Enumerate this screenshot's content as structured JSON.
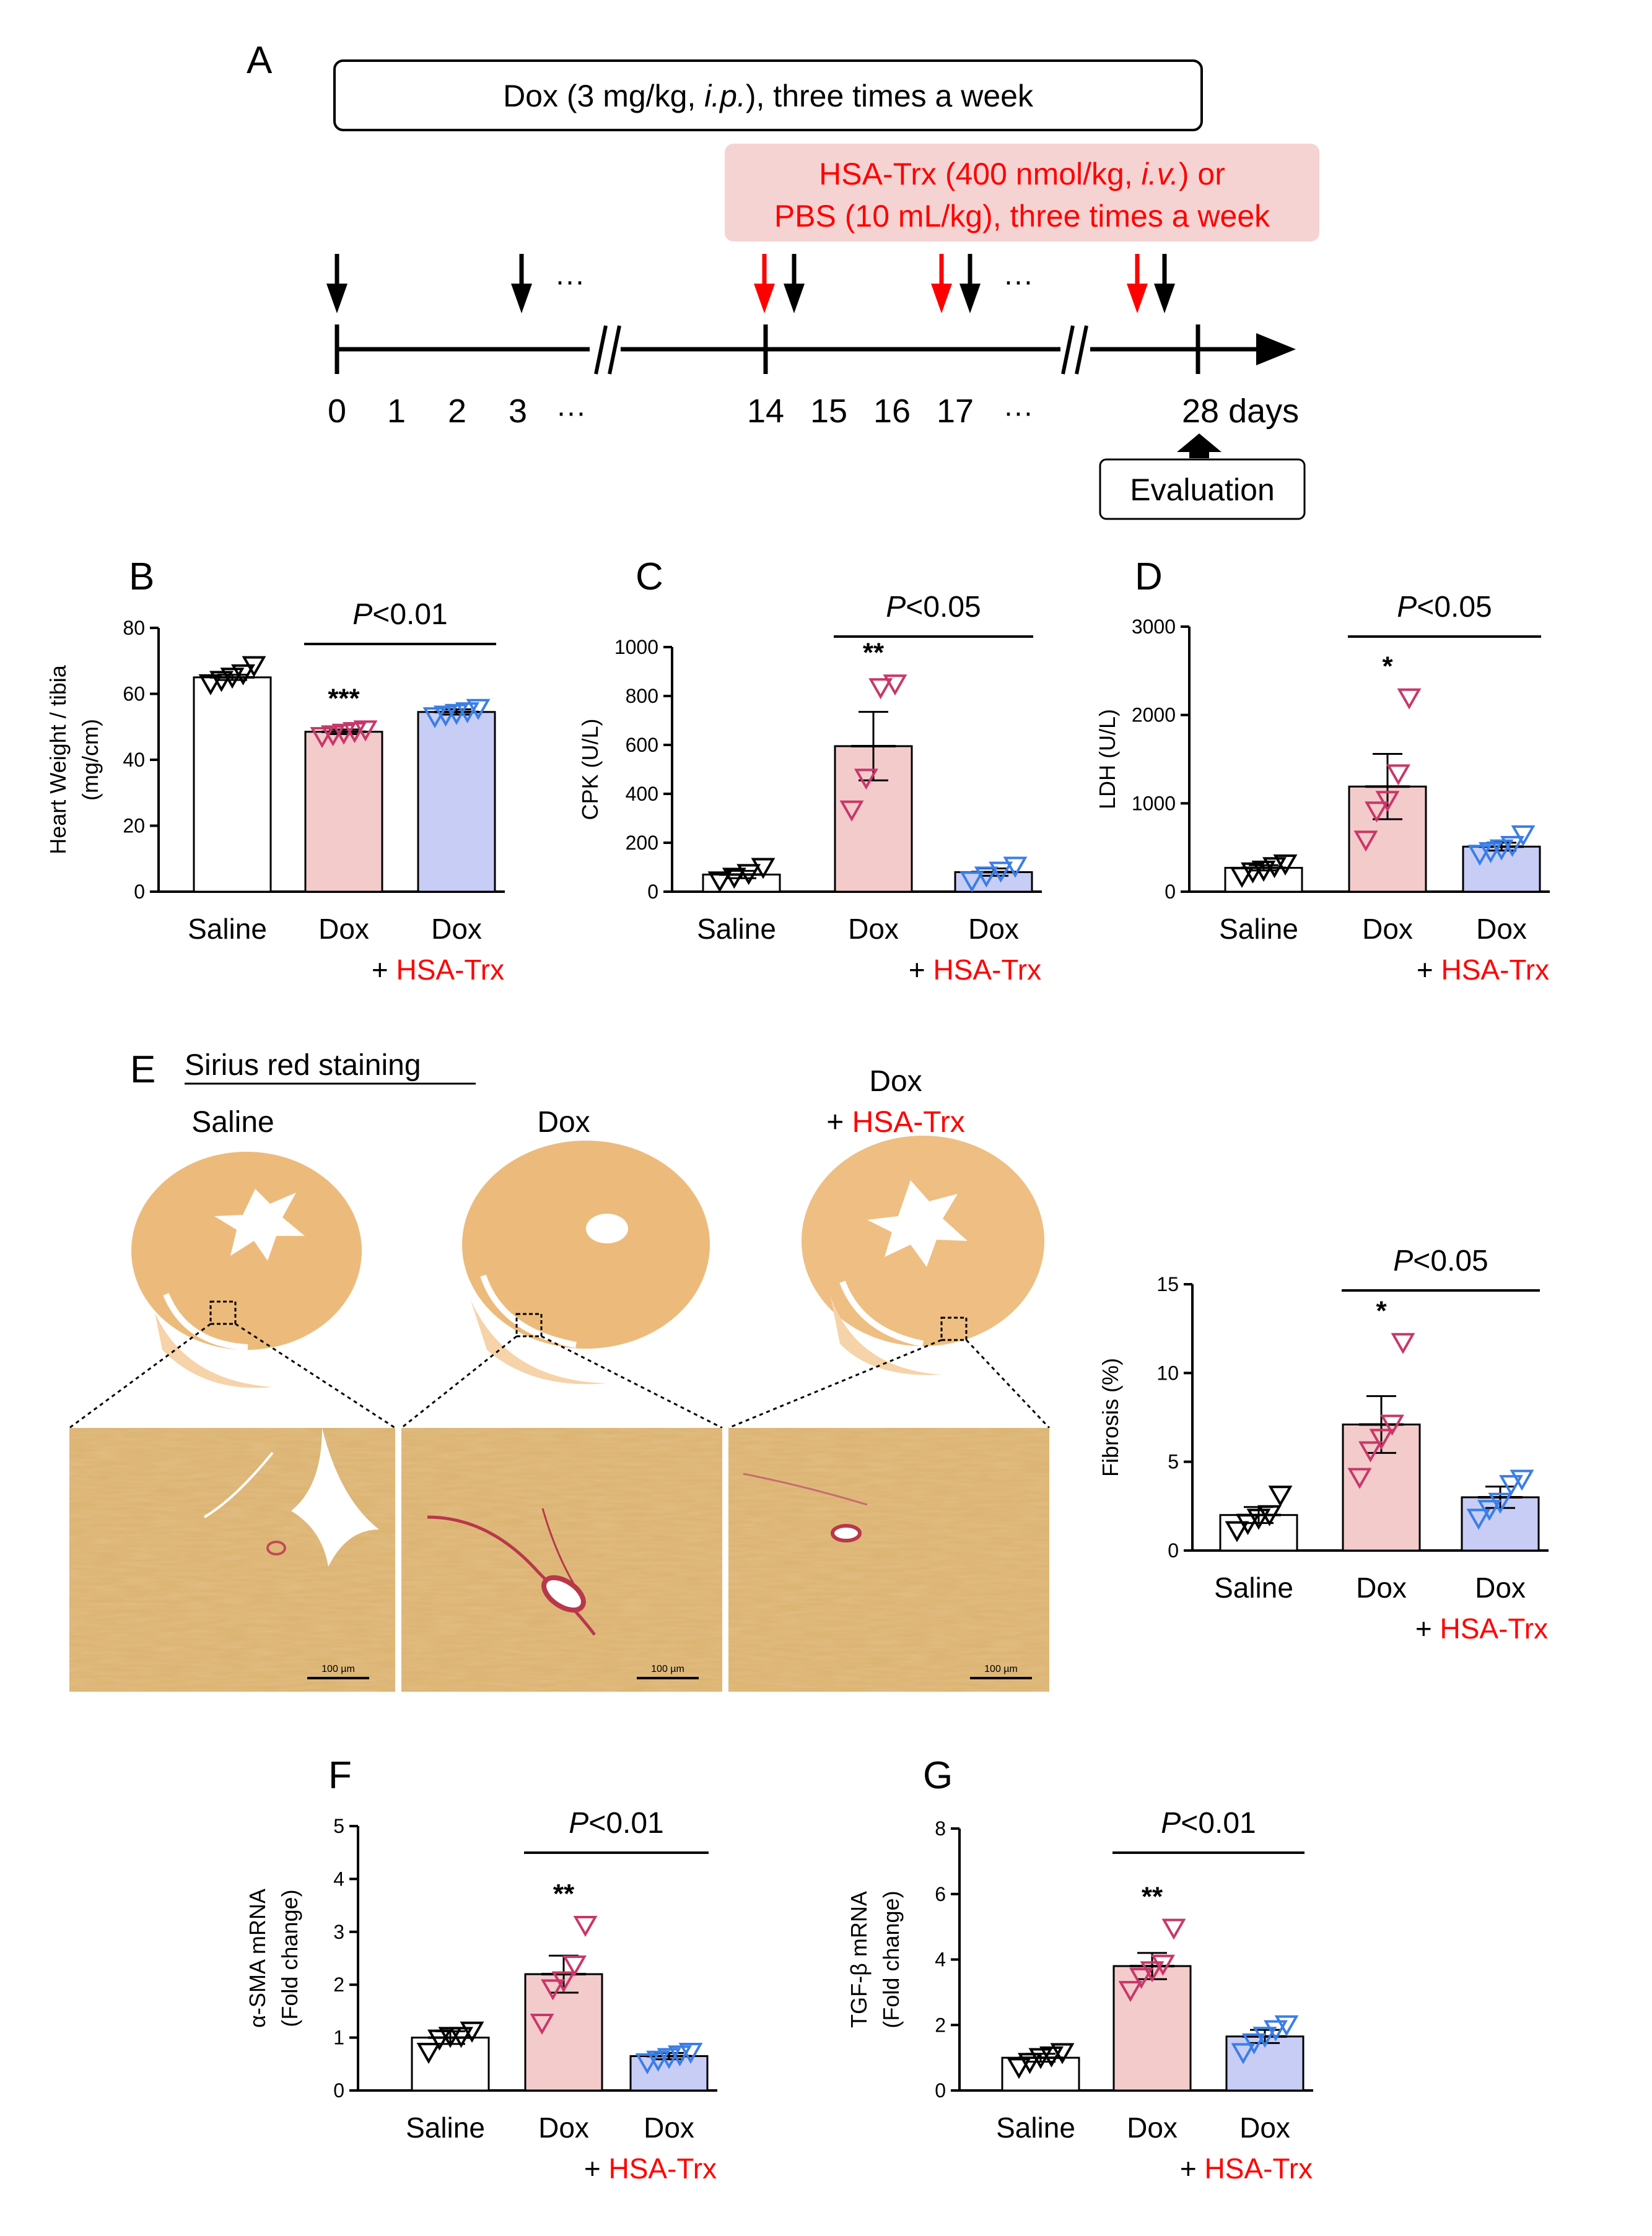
{
  "colors": {
    "saline": "#ffffff",
    "dox_fill": "#f4cbcb",
    "dox_marker": "#c8376a",
    "hsa_fill": "#c8cdf6",
    "hsa_marker": "#3a7ee6",
    "red_text": "#ff0000",
    "hsa_band": "#f6d3d3",
    "tissue_light": "#f6d3a8",
    "tissue": "#e8b16a",
    "tissue_micro": "#d9b26e"
  },
  "panel_a": {
    "letter": "A",
    "dox_box": {
      "pre": "Dox (3 mg/kg, ",
      "italic": "i.p.",
      "post": "), three times a week"
    },
    "hsa_line1": {
      "pre": "HSA-Trx (400 nmol/kg, ",
      "italic": "i.v.",
      "post": ") or"
    },
    "hsa_line2": "PBS (10 mL/kg), three times a week",
    "ellipsis": "···",
    "day_labels": [
      "0",
      "1",
      "2",
      "3",
      "14",
      "15",
      "16",
      "17",
      "28 days"
    ],
    "evaluation": "Evaluation"
  },
  "group_labels": {
    "saline": "Saline",
    "dox": "Dox",
    "plus": "+ ",
    "hsa": "HSA-Trx"
  },
  "chart_data": [
    {
      "id": "B",
      "letter": "B",
      "type": "bar",
      "ylabel": [
        "Heart Weight / tibia",
        "(mg/cm)"
      ],
      "ylim": [
        0,
        80
      ],
      "yticks": [
        0,
        20,
        40,
        60,
        80
      ],
      "categories": [
        "Saline",
        "Dox",
        "Dox + HSA-Trx"
      ],
      "values": [
        65,
        48.5,
        54.5
      ],
      "sem": [
        0.8,
        0.7,
        0.8
      ],
      "points": [
        [
          63.5,
          64.5,
          65.5,
          66.5,
          69
        ],
        [
          47.5,
          48,
          48.5,
          49,
          49.5
        ],
        [
          53.5,
          54,
          54.5,
          55,
          56
        ]
      ],
      "stars": [
        "",
        "***",
        ""
      ],
      "pvalue": {
        "italic": "P",
        "text": "<0.01"
      }
    },
    {
      "id": "C",
      "letter": "C",
      "type": "bar",
      "ylabel": [
        "CPK (U/L)"
      ],
      "ylim": [
        0,
        1000
      ],
      "yticks": [
        0,
        200,
        400,
        600,
        800,
        1000
      ],
      "categories": [
        "Saline",
        "Dox",
        "Dox + HSA-Trx"
      ],
      "values": [
        70,
        595,
        80
      ],
      "sem": [
        15,
        140,
        15
      ],
      "points": [
        [
          50,
          65,
          80,
          105
        ],
        [
          340,
          470,
          840,
          855
        ],
        [
          50,
          70,
          90,
          110
        ]
      ],
      "stars": [
        "",
        "**",
        ""
      ],
      "pvalue": {
        "italic": "P",
        "text": "<0.05"
      }
    },
    {
      "id": "D",
      "letter": "D",
      "type": "bar",
      "ylabel": [
        "LDH (U/L)"
      ],
      "ylim": [
        0,
        3000
      ],
      "yticks": [
        0,
        1000,
        2000,
        3000
      ],
      "categories": [
        "Saline",
        "Dox",
        "Dox + HSA-Trx"
      ],
      "values": [
        270,
        1190,
        510
      ],
      "sem": [
        30,
        370,
        45
      ],
      "points": [
        [
          190,
          240,
          260,
          300,
          330
        ],
        [
          600,
          930,
          1050,
          1350,
          2210
        ],
        [
          440,
          470,
          500,
          540,
          660
        ]
      ],
      "stars": [
        "",
        "*",
        ""
      ],
      "pvalue": {
        "italic": "P",
        "text": "<0.05"
      }
    },
    {
      "id": "E",
      "letter": "",
      "type": "bar",
      "ylabel": [
        "Fibrosis (%)"
      ],
      "ylim": [
        0,
        15
      ],
      "yticks": [
        0,
        5,
        10,
        15
      ],
      "categories": [
        "Saline",
        "Dox",
        "Dox + HSA-Trx"
      ],
      "values": [
        2.0,
        7.1,
        3.0
      ],
      "sem": [
        0.45,
        1.6,
        0.6
      ],
      "points": [
        [
          1.2,
          1.6,
          1.9,
          2.1,
          3.2
        ],
        [
          4.2,
          5.7,
          6.4,
          7.2,
          11.8
        ],
        [
          1.9,
          2.4,
          2.8,
          3.8,
          4.1
        ]
      ],
      "stars": [
        "",
        "*",
        ""
      ],
      "pvalue": {
        "italic": "P",
        "text": "<0.05"
      }
    },
    {
      "id": "F",
      "letter": "F",
      "type": "bar",
      "ylabel": [
        "α-SMA mRNA",
        "(Fold change)"
      ],
      "ylim": [
        0,
        5
      ],
      "yticks": [
        0,
        1,
        2,
        3,
        4,
        5
      ],
      "categories": [
        "Saline",
        "Dox",
        "Dox + HSA-Trx"
      ],
      "values": [
        1.0,
        2.2,
        0.65
      ],
      "sem": [
        0.12,
        0.35,
        0.06
      ],
      "points": [
        [
          0.75,
          1.0,
          1.05,
          1.05,
          1.15
        ],
        [
          1.3,
          1.95,
          2.1,
          2.4,
          3.15
        ],
        [
          0.55,
          0.6,
          0.65,
          0.7,
          0.75
        ]
      ],
      "stars": [
        "",
        "**",
        ""
      ],
      "pvalue": {
        "italic": "P",
        "text": "<0.01"
      }
    },
    {
      "id": "G",
      "letter": "G",
      "type": "bar",
      "ylabel": [
        "TGF-β mRNA",
        "(Fold change)"
      ],
      "ylim": [
        0,
        8
      ],
      "yticks": [
        0,
        2,
        4,
        6,
        8
      ],
      "categories": [
        "Saline",
        "Dox",
        "Dox + HSA-Trx"
      ],
      "values": [
        1.0,
        3.8,
        1.65
      ],
      "sem": [
        0.12,
        0.4,
        0.2
      ],
      "points": [
        [
          0.75,
          0.9,
          1.05,
          1.1,
          1.2
        ],
        [
          3.1,
          3.5,
          3.7,
          3.9,
          5.0
        ],
        [
          1.2,
          1.5,
          1.7,
          1.9,
          2.05
        ]
      ],
      "stars": [
        "",
        "**",
        ""
      ],
      "pvalue": {
        "italic": "P",
        "text": "<0.01"
      }
    }
  ],
  "panel_e": {
    "letter": "E",
    "title": "Sirius red staining",
    "columns": [
      "Saline",
      "Dox",
      "Dox + HSA-Trx"
    ],
    "scalebar": "100 µm"
  }
}
